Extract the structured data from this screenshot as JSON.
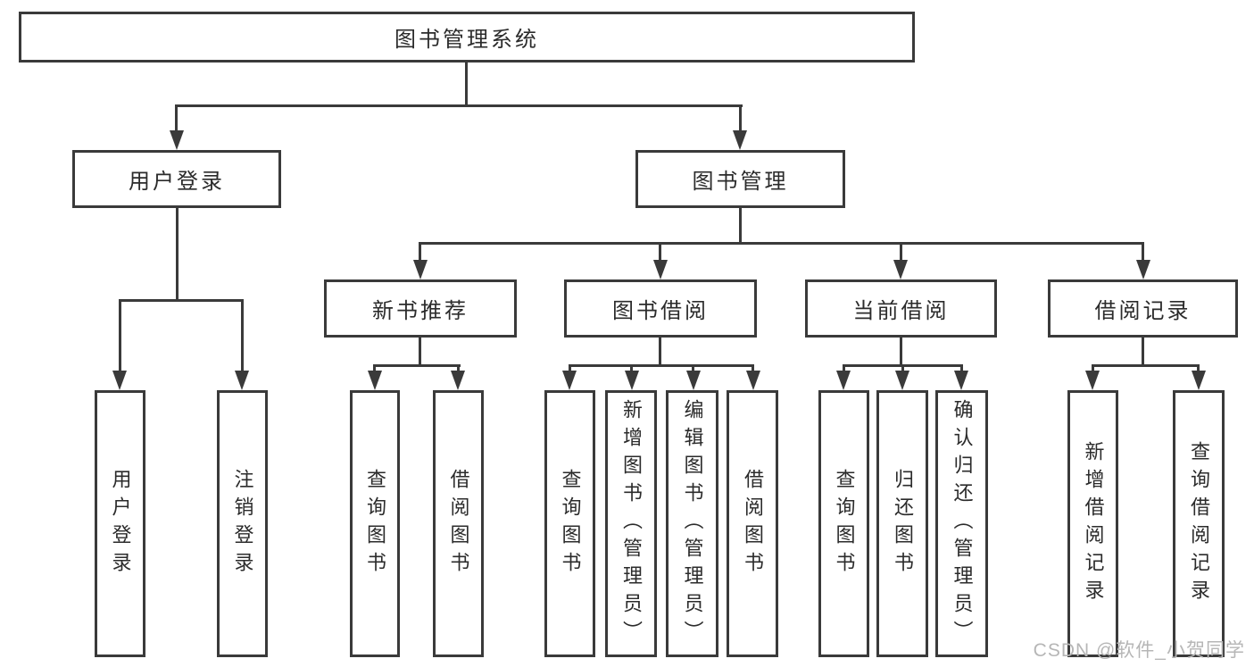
{
  "diagram_type": "hierarchy-tree",
  "colors": {
    "line": "#3a3a3a",
    "box_border": "#3a3a3a",
    "text": "#2b2b2b",
    "watermark": "#b6b6b6",
    "background": "#ffffff"
  },
  "tree": {
    "label": "图书管理系统",
    "children": [
      {
        "label": "用户登录",
        "children": [
          {
            "label": "用户登录"
          },
          {
            "label": "注销登录"
          }
        ]
      },
      {
        "label": "图书管理",
        "children": [
          {
            "label": "新书推荐",
            "children": [
              {
                "label": "查询图书"
              },
              {
                "label": "借阅图书"
              }
            ]
          },
          {
            "label": "图书借阅",
            "children": [
              {
                "label": "查询图书"
              },
              {
                "label": "新增图书（管理员）"
              },
              {
                "label": "编辑图书（管理员）"
              },
              {
                "label": "借阅图书"
              }
            ]
          },
          {
            "label": "当前借阅",
            "children": [
              {
                "label": "查询图书"
              },
              {
                "label": "归还图书"
              },
              {
                "label": "确认归还（管理员）"
              }
            ]
          },
          {
            "label": "借阅记录",
            "children": [
              {
                "label": "新增借阅记录"
              },
              {
                "label": "查询借阅记录"
              }
            ]
          }
        ]
      }
    ]
  },
  "watermark": {
    "text": "CSDN @软件_小贺同学"
  }
}
